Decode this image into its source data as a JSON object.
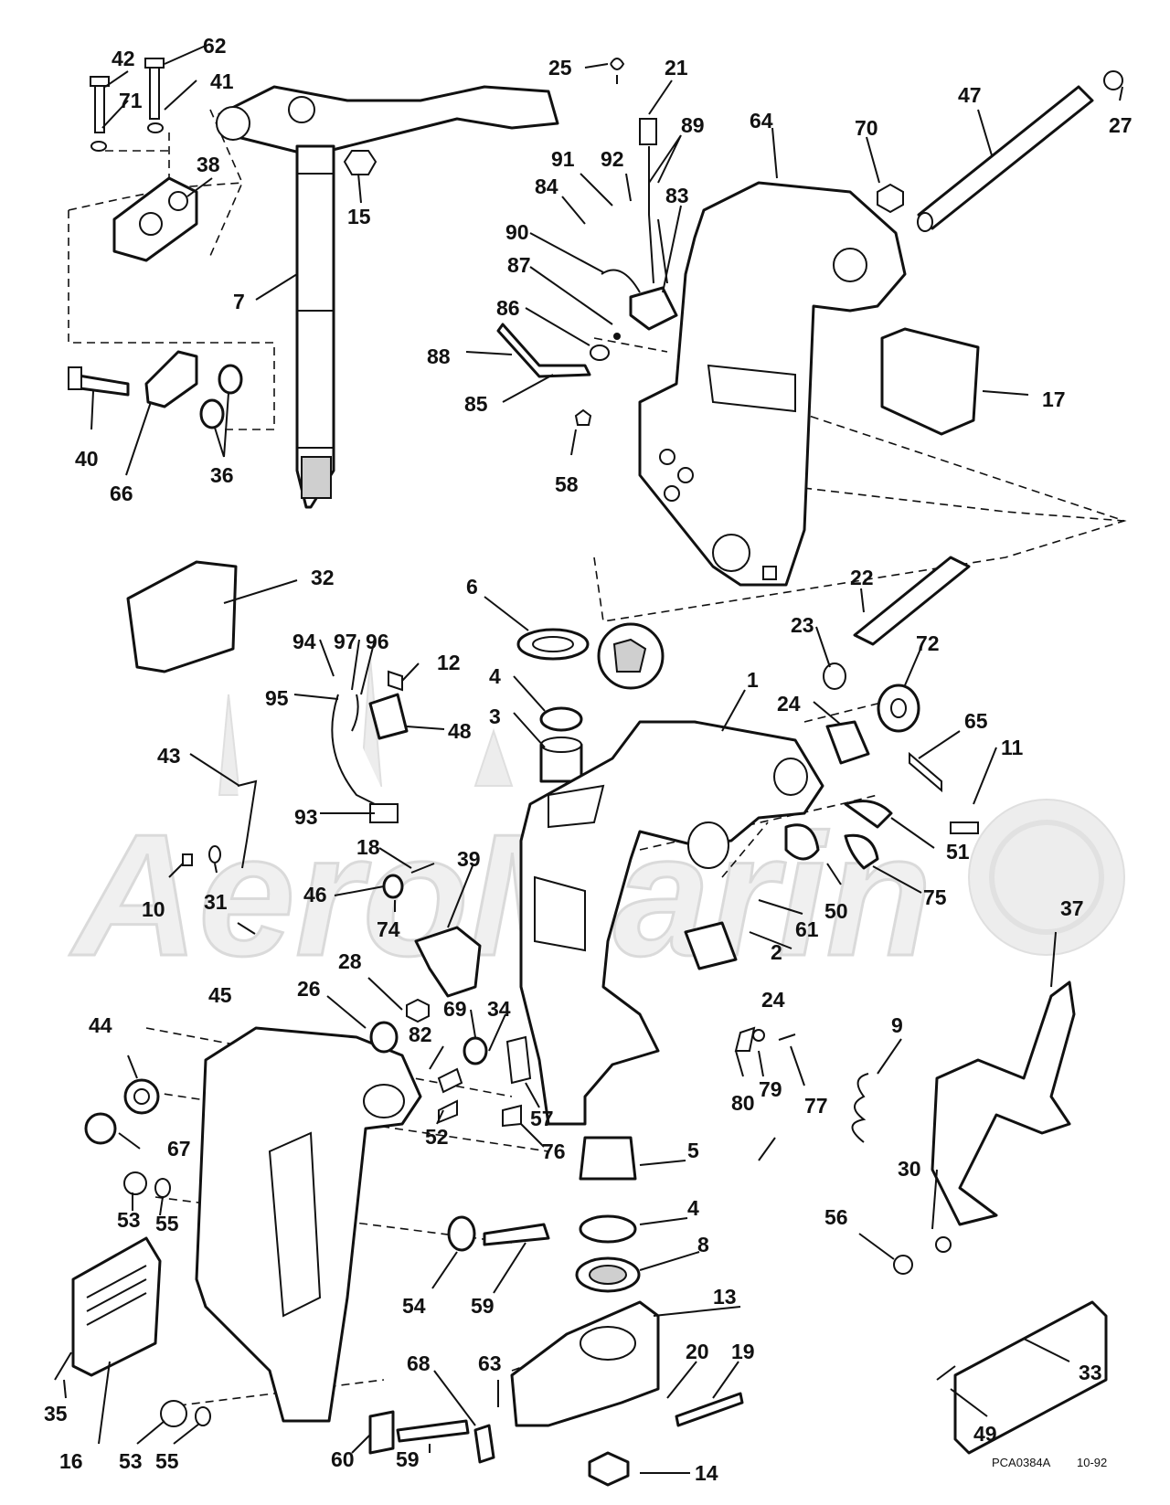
{
  "diagram": {
    "callouts": [
      {
        "n": "42"
      },
      {
        "n": "62"
      },
      {
        "n": "71"
      },
      {
        "n": "41"
      },
      {
        "n": "38"
      },
      {
        "n": "15"
      },
      {
        "n": "7"
      },
      {
        "n": "40"
      },
      {
        "n": "66"
      },
      {
        "n": "36"
      },
      {
        "n": "25"
      },
      {
        "n": "21"
      },
      {
        "n": "89"
      },
      {
        "n": "91"
      },
      {
        "n": "92"
      },
      {
        "n": "84"
      },
      {
        "n": "83"
      },
      {
        "n": "90"
      },
      {
        "n": "87"
      },
      {
        "n": "86"
      },
      {
        "n": "88"
      },
      {
        "n": "85"
      },
      {
        "n": "58"
      },
      {
        "n": "64"
      },
      {
        "n": "70"
      },
      {
        "n": "47"
      },
      {
        "n": "27"
      },
      {
        "n": "17"
      },
      {
        "n": "32"
      },
      {
        "n": "6"
      },
      {
        "n": "22"
      },
      {
        "n": "23"
      },
      {
        "n": "72"
      },
      {
        "n": "94"
      },
      {
        "n": "97"
      },
      {
        "n": "96"
      },
      {
        "n": "95"
      },
      {
        "n": "12"
      },
      {
        "n": "4"
      },
      {
        "n": "3"
      },
      {
        "n": "48"
      },
      {
        "n": "1"
      },
      {
        "n": "24"
      },
      {
        "n": "65"
      },
      {
        "n": "11"
      },
      {
        "n": "43"
      },
      {
        "n": "93"
      },
      {
        "n": "18"
      },
      {
        "n": "39"
      },
      {
        "n": "10"
      },
      {
        "n": "31"
      },
      {
        "n": "46"
      },
      {
        "n": "74"
      },
      {
        "n": "51"
      },
      {
        "n": "50"
      },
      {
        "n": "75"
      },
      {
        "n": "61"
      },
      {
        "n": "2"
      },
      {
        "n": "37"
      },
      {
        "n": "28"
      },
      {
        "n": "26"
      },
      {
        "n": "69"
      },
      {
        "n": "34"
      },
      {
        "n": "24"
      },
      {
        "n": "45"
      },
      {
        "n": "44"
      },
      {
        "n": "82"
      },
      {
        "n": "9"
      },
      {
        "n": "80"
      },
      {
        "n": "79"
      },
      {
        "n": "77"
      },
      {
        "n": "52"
      },
      {
        "n": "57"
      },
      {
        "n": "76"
      },
      {
        "n": "67"
      },
      {
        "n": "5"
      },
      {
        "n": "30"
      },
      {
        "n": "53"
      },
      {
        "n": "55"
      },
      {
        "n": "4"
      },
      {
        "n": "56"
      },
      {
        "n": "8"
      },
      {
        "n": "54"
      },
      {
        "n": "59"
      },
      {
        "n": "13"
      },
      {
        "n": "68"
      },
      {
        "n": "63"
      },
      {
        "n": "20"
      },
      {
        "n": "19"
      },
      {
        "n": "33"
      },
      {
        "n": "35"
      },
      {
        "n": "49"
      },
      {
        "n": "16"
      },
      {
        "n": "53"
      },
      {
        "n": "55"
      },
      {
        "n": "60"
      },
      {
        "n": "59"
      },
      {
        "n": "14"
      }
    ],
    "drawing_code": "PCA0384A",
    "date_code": "10-92",
    "watermark_brand": "AeroMarin"
  }
}
